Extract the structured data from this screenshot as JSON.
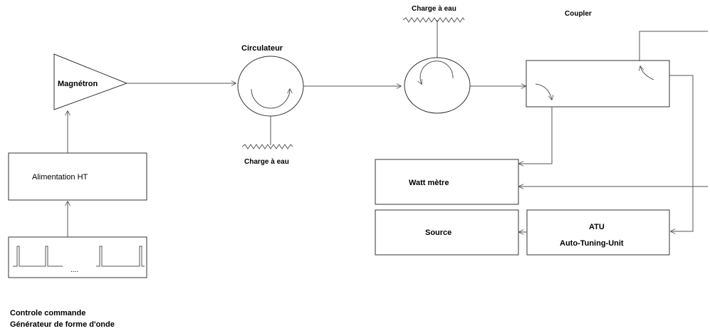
{
  "labels": {
    "magnetron": "Magnétron",
    "alimentation": "Alimentation HT",
    "circulateur": "Circulateur",
    "charge_bottom": "Charge à eau",
    "charge_top": "Charge à eau",
    "coupler": "Coupler",
    "wattmetre": "Watt mètre",
    "source": "Source",
    "atu": "ATU",
    "atu_full": "Auto-Tuning-Unit",
    "pulse_dots": "....",
    "controle_line1": "Controle commande",
    "controle_line2": "Générateur de forme d'onde"
  }
}
